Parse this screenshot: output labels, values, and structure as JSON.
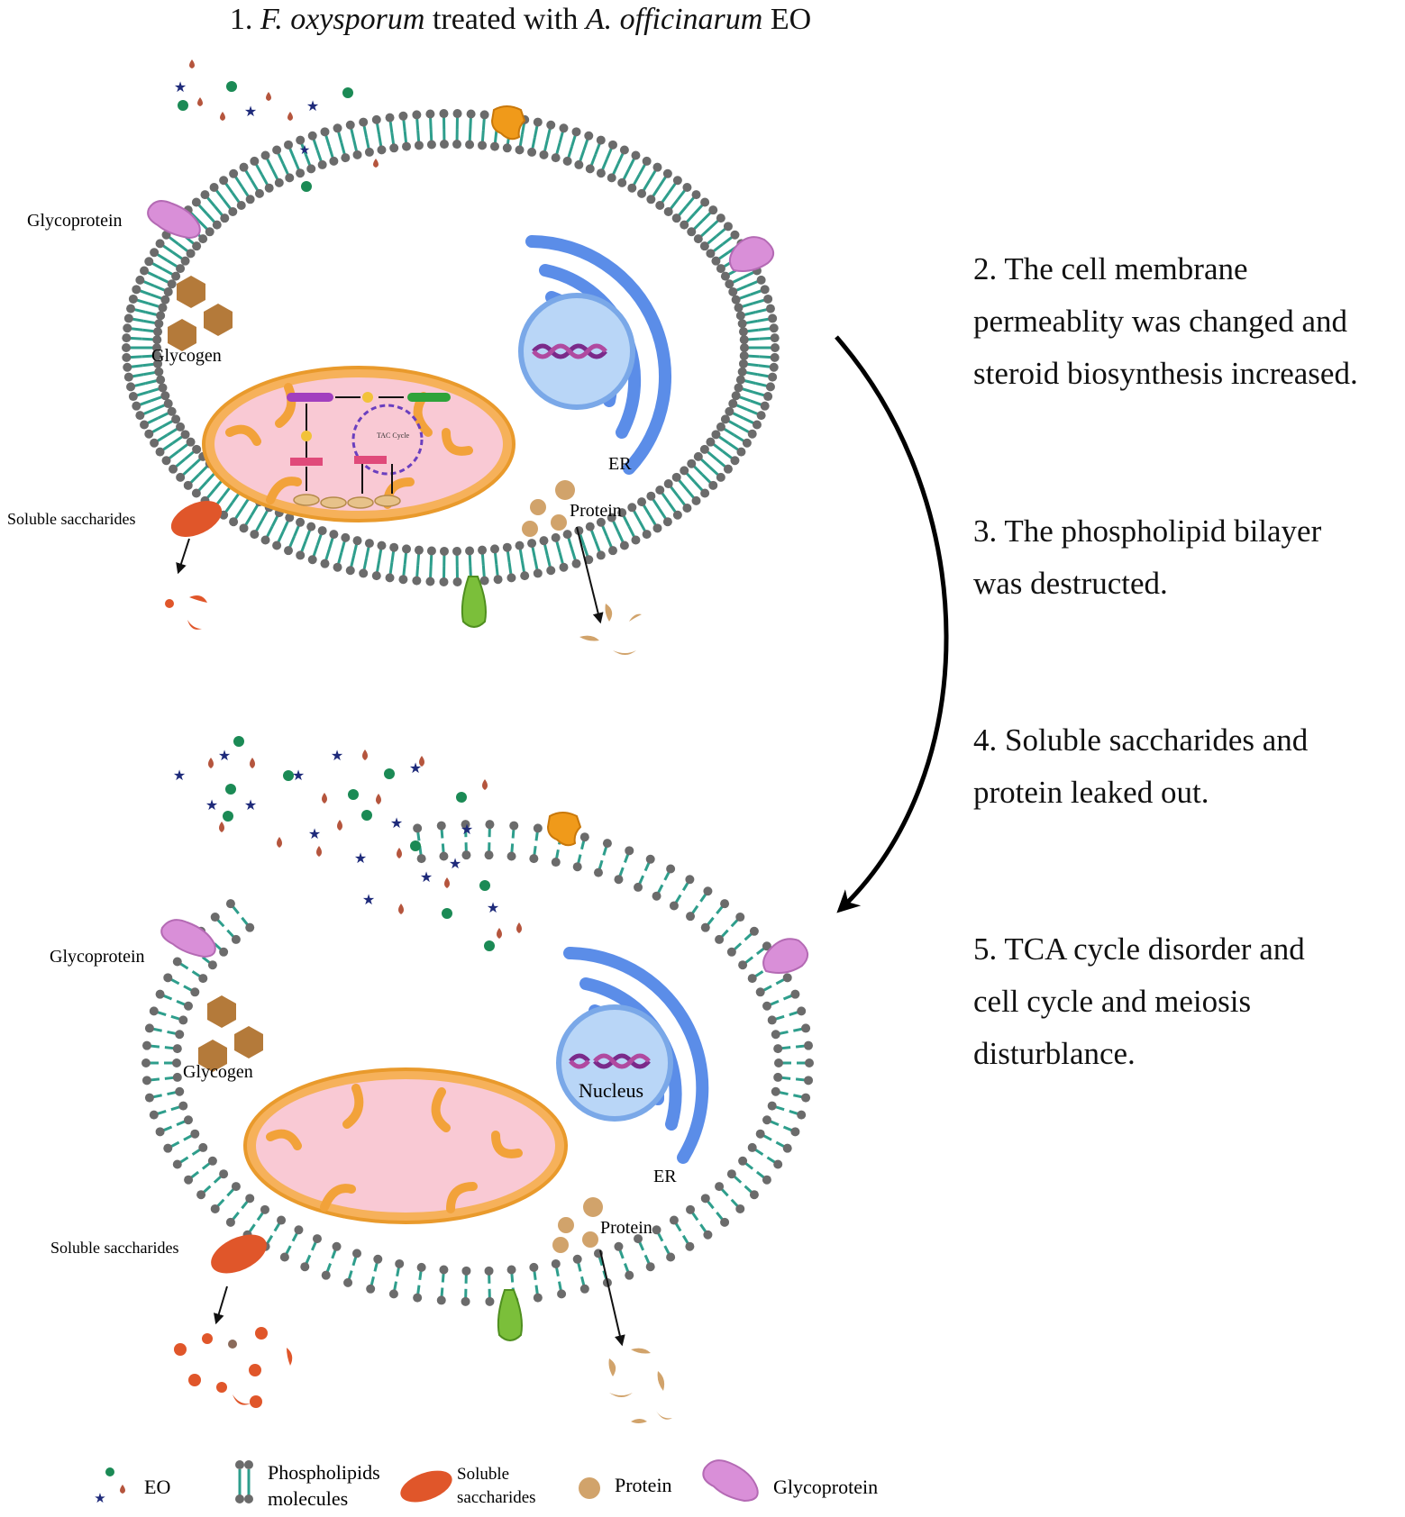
{
  "title": {
    "prefix": "1. ",
    "organism": "F. oxysporum",
    "middle": " treated with ",
    "plant": "A. officinarum",
    "suffix": " EO"
  },
  "top_cell": {
    "labels": {
      "glycoprotein": "Glycoprotein",
      "glycogen": "Glycogen",
      "er": "ER",
      "protein": "Protein",
      "soluble_saccharides": "Soluble saccharides",
      "tca_cycle": "TAC Cycle"
    }
  },
  "bottom_cell": {
    "labels": {
      "glycoprotein": "Glycoprotein",
      "glycogen": "Glycogen",
      "nucleus": "Nucleus",
      "er": "ER",
      "protein": "Protein",
      "soluble_saccharides": "Soluble saccharides"
    }
  },
  "steps": [
    "2. The cell membrane\npermeablity was changed and\nsteroid biosynthesis increased.",
    "3. The phospholipid bilayer\nwas destructed.",
    "4. Soluble    saccharides and\nprotein leaked out.",
    "5. TCA cycle disorder and\ncell cycle and meiosis\ndisturblance."
  ],
  "legend": {
    "eo": "EO",
    "phospholipids_line1": "Phospholipids",
    "phospholipids_line2": "molecules",
    "soluble_line1": "Soluble",
    "soluble_line2": "saccharides",
    "protein": "Protein",
    "glycoprotein": "Glycoprotein"
  },
  "colors": {
    "membrane_tail": "#2e9e8c",
    "membrane_head": "#6b6b6b",
    "er": "#5b8de8",
    "nucleus": "#b9d6f7",
    "mitochondria_outer": "#f2a23a",
    "mitochondria_inner": "#f8c9d6",
    "glycoprotein": "#d98fd8",
    "glycogen": "#b47a3a",
    "protein": "#d1a36b",
    "saccharide": "#e0562a",
    "eo_star": "#1e2a7a",
    "eo_dot": "#1b8a55",
    "eo_drop": "#b5553d",
    "channel_green": "#7bbf3a",
    "channel_orange": "#f09a1a"
  }
}
